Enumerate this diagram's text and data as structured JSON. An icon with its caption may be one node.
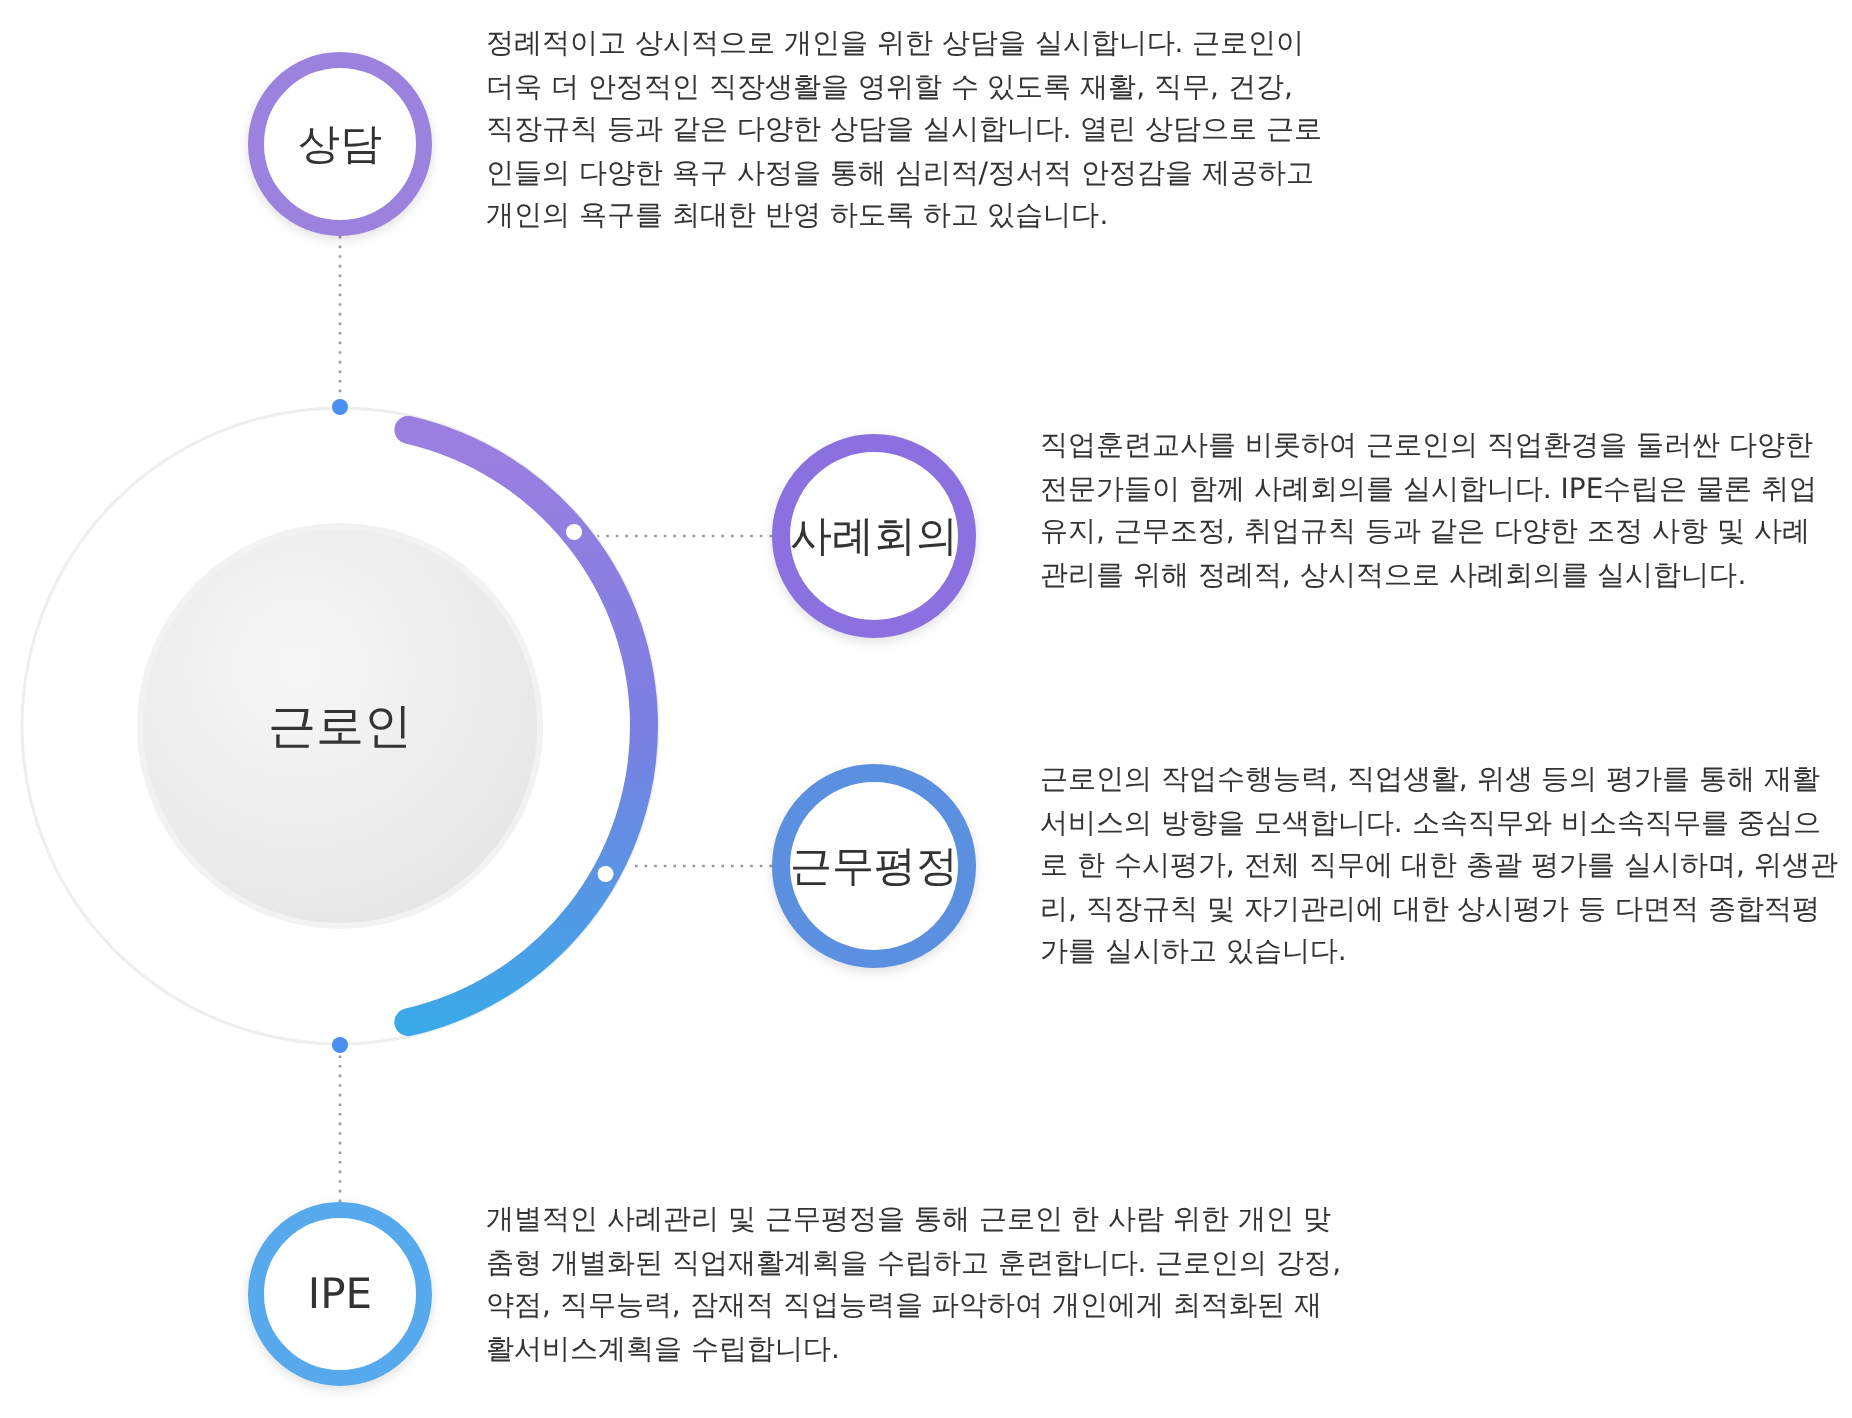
{
  "diagram": {
    "nodes": [
      {
        "text": [
          "근로인"
        ]
      },
      {
        "text": [
          "상담"
        ],
        "beside": [
          "정례적이고 상시적으로 개인을 위한 상담을 실시합니다. 근로인이 더욱 더 안정적인 직장생활을 영위할 수 있도록 재활, 직무, 건강, 직장규칙 등과 같은 다양한 상담을 실시합니다. 열린 상담으로 근로인들의 다양한 욕구 사정을 통해 심리적/정서적 안정감을 제공하고 개인의 욕구를 최대한 반영 하도록 하고 있습니다."
        ]
      },
      {
        "text": [
          "사례회의"
        ],
        "beside": [
          "직업훈련교사를 비롯하여 근로인의 직업환경을 둘러싼 다양한 전문가들이 함께 사례회의를 실시합니다. IPE수립은 물론 취업유지, 근무조정, 취업규칙 등과 같은 다양한 조정 사항 및 사례 관리를 위해 정례적, 상시적으로 사례회의를 실시합니다."
        ]
      },
      {
        "text": [
          "근무평정"
        ],
        "beside": [
          "근로인의 작업수행능력, 직업생활, 위생 등의 평가를 통해 재활서비스의 방향을 모색합니다. 소속직무와 비소속직무를 중심으로 한 수시평가, 전체 직무에 대한 총괄 평가를 실시하며, 위생관리, 직장규칙 및 자기관리에 대한 상시평가 등 다면적 종합적평가를 실시하고 있습니다."
        ]
      },
      {
        "text": [
          "IPE"
        ],
        "beside": [
          "개별적인 사례관리 및 근무평정을 통해 근로인 한 사람 위한 개인 맞춤형 개별화된 직업재활계획을 수립하고 훈련합니다. 근로인의 강정, 약점, 직무능력, 잠재적 직업능력을 파악하여 개인에게 최적화된 재활서비스계획을 수립합니다."
        ]
      }
    ],
    "edges": [
      {
        "from": 1,
        "to": 0,
        "arrow": "none"
      },
      {
        "from": 2,
        "to": 0,
        "arrow": "none"
      },
      {
        "from": 3,
        "to": 0,
        "arrow": "none"
      },
      {
        "from": 4,
        "to": 0,
        "arrow": "none"
      }
    ]
  }
}
